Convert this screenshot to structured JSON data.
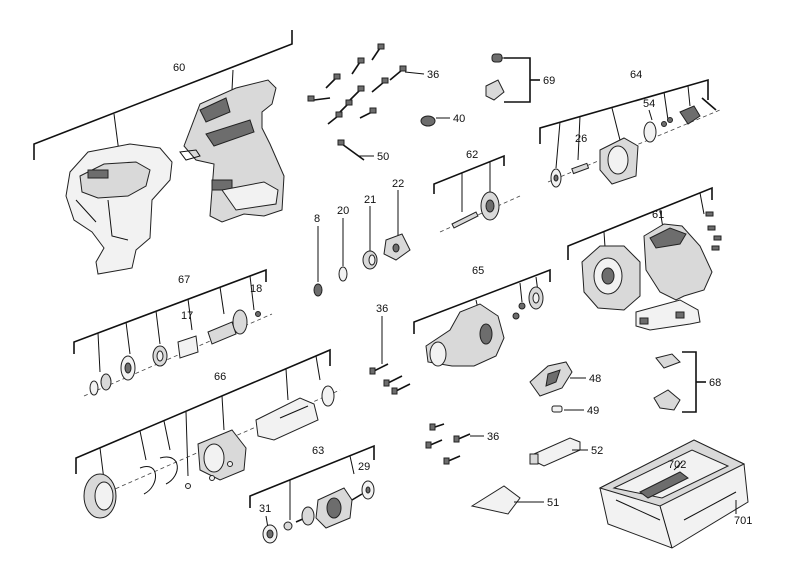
{
  "diagram": {
    "labels": {
      "p60": "60",
      "p36a": "36",
      "p69": "69",
      "p40": "40",
      "p64": "64",
      "p54": "54",
      "p26": "26",
      "p50": "50",
      "p62": "62",
      "p22": "22",
      "p21": "21",
      "p20": "20",
      "p8": "8",
      "p61": "61",
      "p67": "67",
      "p18": "18",
      "p17": "17",
      "p65": "65",
      "p36b": "36",
      "p48": "48",
      "p68": "68",
      "p49": "49",
      "p66": "66",
      "p36c": "36",
      "p52": "52",
      "p63": "63",
      "p29": "29",
      "p31": "31",
      "p51": "51",
      "p702": "702",
      "p701": "701"
    }
  }
}
